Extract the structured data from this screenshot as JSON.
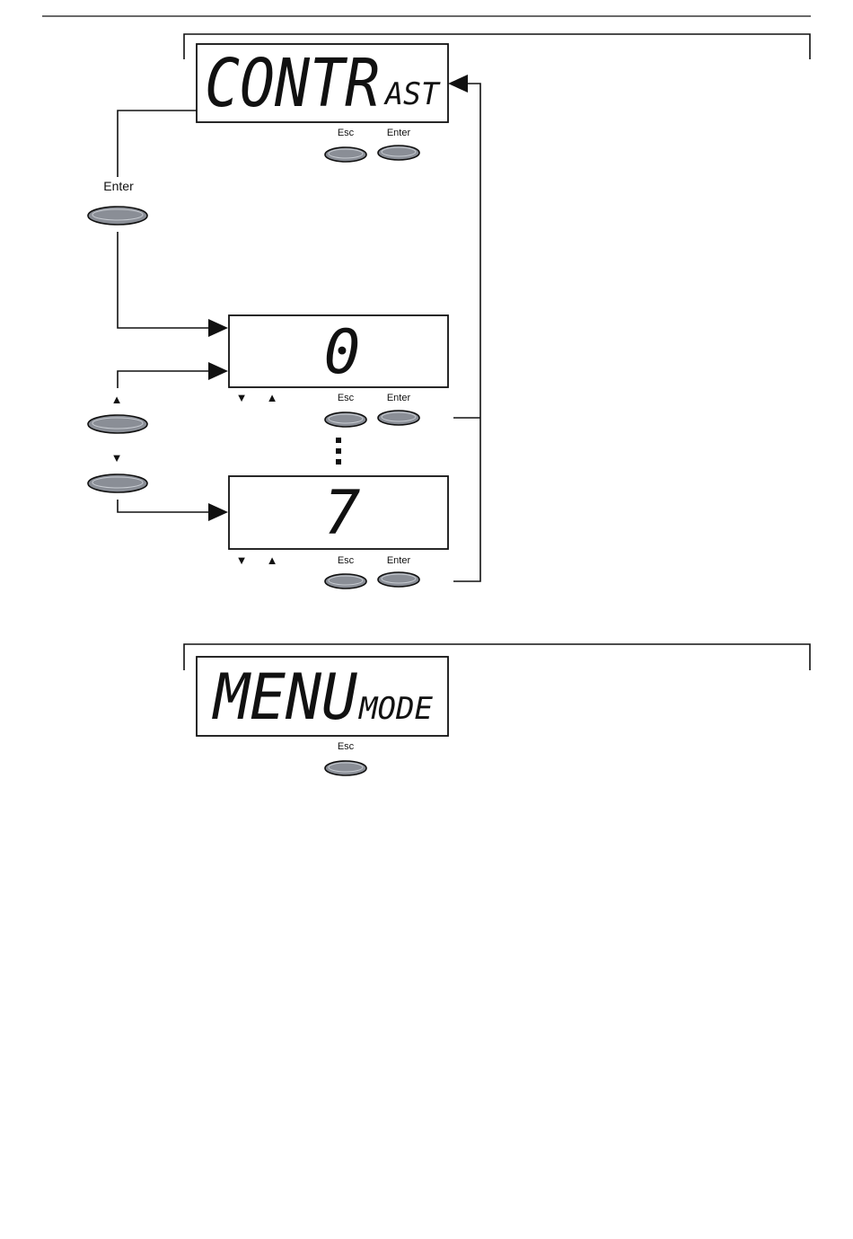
{
  "contrast_screen": {
    "main_text": "CONTR",
    "sub_text": "AST",
    "esc_label": "Esc",
    "enter_label": "Enter"
  },
  "side_controls": {
    "enter_label": "Enter",
    "up_symbol": "▲",
    "down_symbol": "▼"
  },
  "value_screen_low": {
    "value": "0",
    "down_symbol": "▼",
    "up_symbol": "▲",
    "esc_label": "Esc",
    "enter_label": "Enter"
  },
  "value_screen_high": {
    "value": "7",
    "down_symbol": "▼",
    "up_symbol": "▲",
    "esc_label": "Esc",
    "enter_label": "Enter"
  },
  "menu_screen": {
    "main_text": "MENU",
    "sub_text": "MODE",
    "esc_label": "Esc"
  }
}
